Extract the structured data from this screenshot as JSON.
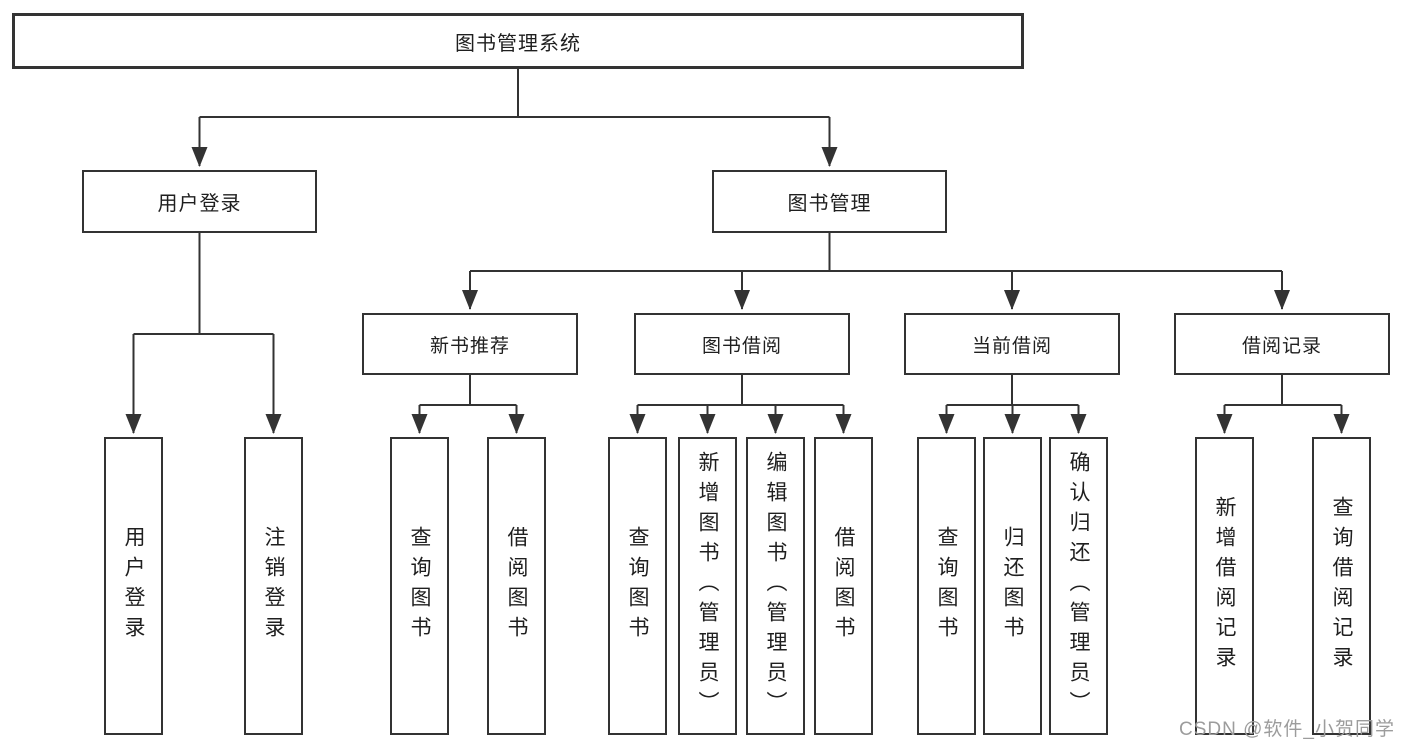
{
  "diagram": {
    "type": "hierarchy-tree",
    "root": {
      "label": "图书管理系统",
      "children": [
        {
          "label": "用户登录",
          "children": [
            {
              "label": "用户登录"
            },
            {
              "label": "注销登录"
            }
          ]
        },
        {
          "label": "图书管理",
          "children": [
            {
              "label": "新书推荐",
              "children": [
                {
                  "label": "查询图书"
                },
                {
                  "label": "借阅图书"
                }
              ]
            },
            {
              "label": "图书借阅",
              "children": [
                {
                  "label": "查询图书"
                },
                {
                  "label": "新增图书（管理员）"
                },
                {
                  "label": "编辑图书（管理员）"
                },
                {
                  "label": "借阅图书"
                }
              ]
            },
            {
              "label": "当前借阅",
              "children": [
                {
                  "label": "查询图书"
                },
                {
                  "label": "归还图书"
                },
                {
                  "label": "确认归还（管理员）"
                }
              ]
            },
            {
              "label": "借阅记录",
              "children": [
                {
                  "label": "新增借阅记录"
                },
                {
                  "label": "查询借阅记录"
                }
              ]
            }
          ]
        }
      ]
    },
    "colors": {
      "line": "#333333",
      "box_border": "#333333",
      "box_fill": "#ffffff",
      "text": "#1f1f1f",
      "background": "#ffffff"
    }
  },
  "watermark": {
    "text": "CSDN @软件_小贺同学",
    "color": "#9c9c9c"
  }
}
